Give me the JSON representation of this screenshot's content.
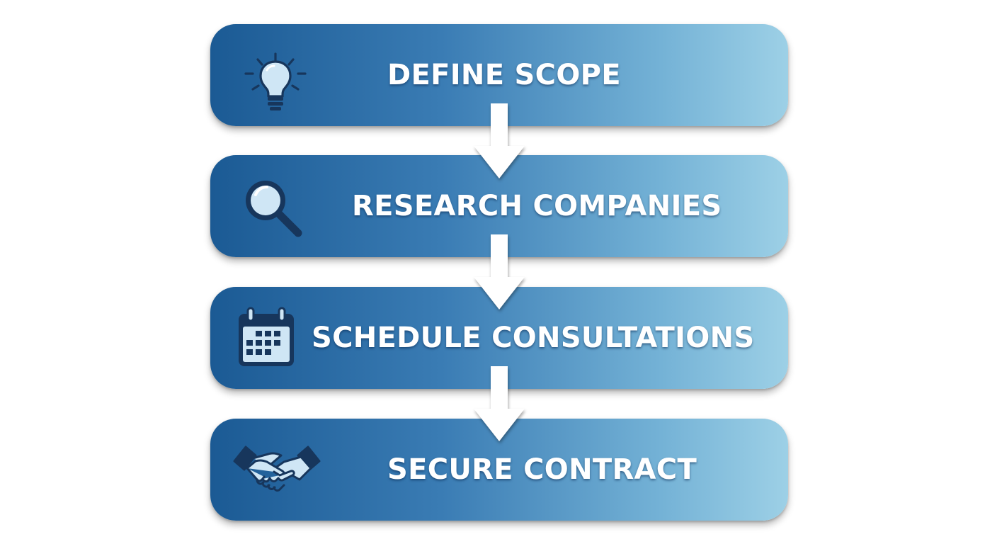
{
  "steps": [
    {
      "label": "DEFINE SCOPE",
      "icon": "lightbulb-icon"
    },
    {
      "label": "RESEARCH COMPANIES",
      "icon": "magnifying-glass-icon"
    },
    {
      "label": "SCHEDULE CONSULTATIONS",
      "icon": "calendar-icon"
    },
    {
      "label": "SECURE CONTRACT",
      "icon": "handshake-icon"
    }
  ],
  "connectors": [
    {
      "icon": "arrow-down-icon"
    },
    {
      "icon": "arrow-down-icon"
    },
    {
      "icon": "arrow-down-icon"
    }
  ],
  "colors": {
    "box_gradient_start": "#1b5a94",
    "box_gradient_end": "#9dd0e6",
    "icon_stroke": "#17365c",
    "icon_fill": "#cfe6f5",
    "text": "#ffffff",
    "arrow": "#ffffff"
  }
}
